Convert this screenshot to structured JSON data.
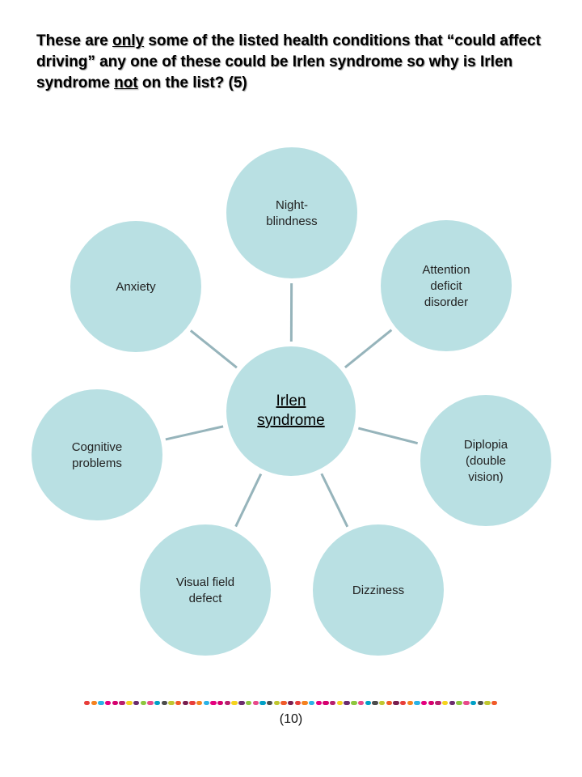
{
  "heading": {
    "part1": "These are ",
    "only": "only",
    "part2": " some of the listed health conditions that “could affect driving” any one of these could be Irlen syndrome so why is Irlen syndrome ",
    "not": "not",
    "part3": " on the list? (5)"
  },
  "diagram": {
    "center": {
      "lines": [
        "Irlen",
        "syndrome"
      ]
    },
    "nodes": [
      {
        "id": "night-blindness",
        "lines": [
          "Night-",
          "blindness"
        ]
      },
      {
        "id": "attention-deficit-disorder",
        "lines": [
          "Attention",
          "deficit",
          "disorder"
        ]
      },
      {
        "id": "diplopia",
        "lines": [
          "Diplopia",
          "(double",
          "vision)"
        ]
      },
      {
        "id": "dizziness",
        "lines": [
          "Dizziness"
        ]
      },
      {
        "id": "visual-field-defect",
        "lines": [
          "Visual field",
          "defect"
        ]
      },
      {
        "id": "cognitive-problems",
        "lines": [
          "Cognitive",
          "problems"
        ]
      },
      {
        "id": "anxiety",
        "lines": [
          "Anxiety"
        ]
      }
    ],
    "colors": {
      "circle": "#b9e0e3",
      "connector": "#96b4bb"
    }
  },
  "decor": {
    "dot_colors": [
      "#e83e3a",
      "#f58220",
      "#2bb3e6",
      "#e5007e",
      "#d6006e",
      "#b81f6d",
      "#f6d31e",
      "#6b2c6e",
      "#8dc63f",
      "#e84a8a",
      "#00a0c6",
      "#4c4c4c",
      "#c0c72f",
      "#f15a29",
      "#7a1e4f"
    ]
  },
  "footer": {
    "page_label": "(10)"
  }
}
